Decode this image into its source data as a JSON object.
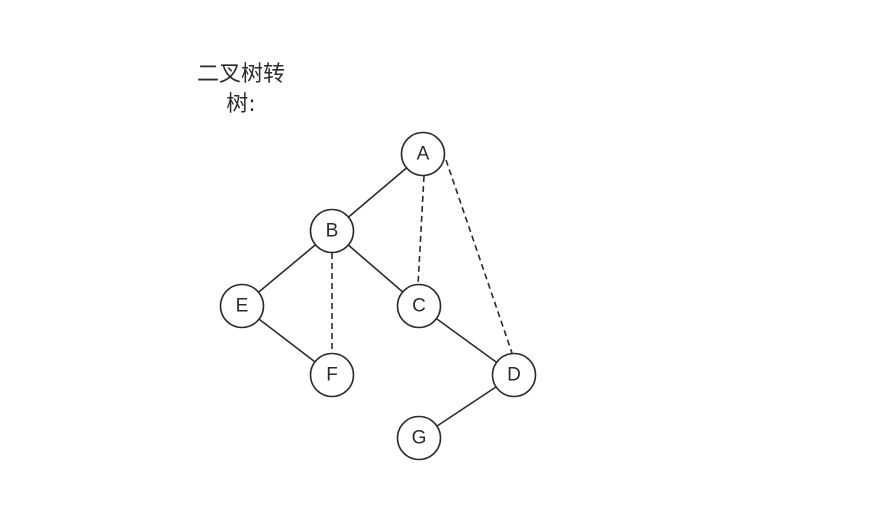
{
  "title": {
    "line1": "二叉树转",
    "line2": "树:"
  },
  "diagram": {
    "nodes": [
      {
        "id": "A",
        "label": "A"
      },
      {
        "id": "B",
        "label": "B"
      },
      {
        "id": "C",
        "label": "C"
      },
      {
        "id": "D",
        "label": "D"
      },
      {
        "id": "E",
        "label": "E"
      },
      {
        "id": "F",
        "label": "F"
      },
      {
        "id": "G",
        "label": "G"
      }
    ],
    "edges": [
      {
        "from": "A",
        "to": "B",
        "style": "solid"
      },
      {
        "from": "B",
        "to": "E",
        "style": "solid"
      },
      {
        "from": "B",
        "to": "C",
        "style": "solid"
      },
      {
        "from": "E",
        "to": "F",
        "style": "solid"
      },
      {
        "from": "C",
        "to": "D",
        "style": "solid"
      },
      {
        "from": "D",
        "to": "G",
        "style": "solid"
      },
      {
        "from": "A",
        "to": "C",
        "style": "dashed"
      },
      {
        "from": "A",
        "to": "D",
        "style": "dashed"
      },
      {
        "from": "B",
        "to": "F",
        "style": "dashed"
      }
    ],
    "colors": {
      "stroke": "#2b2b2b",
      "background": "#ffffff"
    }
  }
}
